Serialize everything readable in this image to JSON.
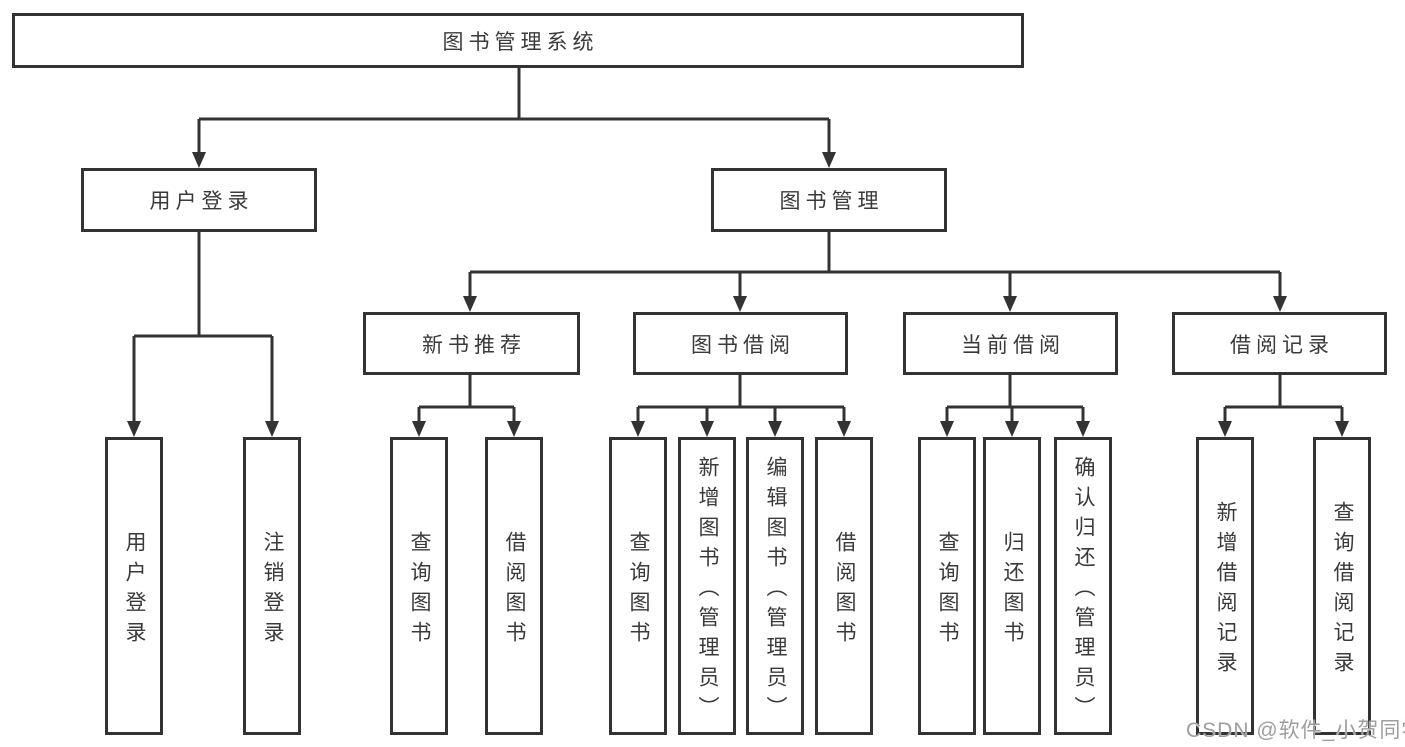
{
  "diagram": {
    "root": {
      "label": "图书管理系统"
    },
    "level2": {
      "user_login": {
        "label": "用户登录"
      },
      "book_mgmt": {
        "label": "图书管理"
      }
    },
    "level3": {
      "new_book": {
        "label": "新书推荐"
      },
      "book_borrow": {
        "label": "图书借阅"
      },
      "current_borrow": {
        "label": "当前借阅"
      },
      "borrow_record": {
        "label": "借阅记录"
      }
    },
    "leaves": {
      "user_login": [
        "用户登录",
        "注销登录"
      ],
      "new_book": [
        "查询图书",
        "借阅图书"
      ],
      "book_borrow": [
        "查询图书",
        "新增图书（管理员）",
        "编辑图书（管理员）",
        "借阅图书"
      ],
      "current_borrow": [
        "查询图书",
        "归还图书",
        "确认归还（管理员）"
      ],
      "borrow_record": [
        "新增借阅记录",
        "查询借阅记录"
      ]
    }
  },
  "watermark": {
    "text": "CSDN @软件_小贺同学"
  },
  "colors": {
    "line": "#333333",
    "border": "#333333",
    "text": "#3a3a3a",
    "box_fill": "#ffffff",
    "watermark": "#9e9e9e",
    "background": "#ffffff"
  }
}
